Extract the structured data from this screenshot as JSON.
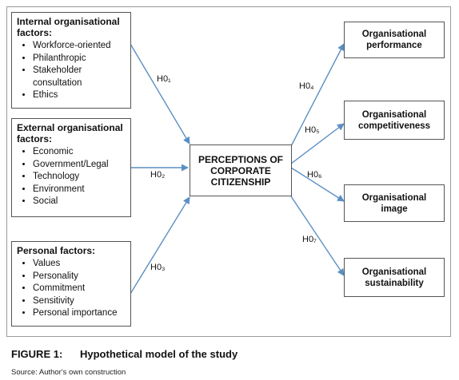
{
  "internal": {
    "title": "Internal organisational factors:",
    "items": [
      "Workforce-oriented",
      "Philanthropic",
      "Stakeholder consultation",
      "Ethics"
    ]
  },
  "external": {
    "title": "External organisational factors:",
    "items": [
      "Economic",
      "Government/Legal",
      "Technology",
      "Environment",
      "Social"
    ]
  },
  "personal": {
    "title": "Personal factors:",
    "items": [
      "Values",
      "Personality",
      "Commitment",
      "Sensitivity",
      "Personal importance"
    ]
  },
  "center": {
    "title": "PERCEPTIONS OF CORPORATE CITIZENSHIP"
  },
  "outcomes": {
    "performance": "Organisational performance",
    "competitiveness": "Organisational competitiveness",
    "image": "Organisational image",
    "sustainability": "Organisational sustainability"
  },
  "hypotheses": {
    "h1": "H0₁",
    "h2": "H0₂",
    "h3": "H0₃",
    "h4": "H0₄",
    "h5": "H0₅",
    "h6": "H0₆",
    "h7": "H0₇"
  },
  "caption": {
    "label": "FIGURE 1:",
    "text": "Hypothetical model of the study"
  },
  "source": "Source:  Author's own construction",
  "colors": {
    "arrow": "#5b8fc4",
    "box_border": "#555555"
  }
}
